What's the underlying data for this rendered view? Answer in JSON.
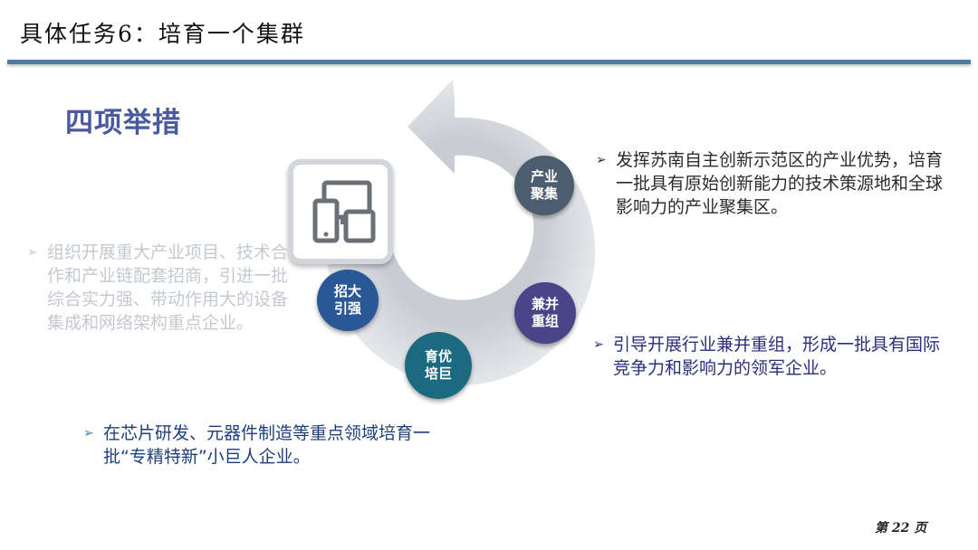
{
  "slide": {
    "title": "具体任务6：培育一个集群",
    "section_heading": "四项举措",
    "page_number": "第 22 页"
  },
  "cycle": {
    "nodes": [
      {
        "label": "产业聚集",
        "color": "#4b5d6e"
      },
      {
        "label": "兼并重组",
        "color": "#4a4588"
      },
      {
        "label": "育优培巨",
        "color": "#1c6a80"
      },
      {
        "label": "招大引强",
        "color": "#2a5796"
      }
    ],
    "center_icon": "devices-icon"
  },
  "bullets": {
    "left": "组织开展重大产业项目、技术合作和产业链配套招商，引进一批综合实力强、带动作用大的设备集成和网络架构重点企业。",
    "right_top": "发挥苏南自主创新示范区的产业优势，培育一批具有原始创新能力的技术策源地和全球影响力的产业聚集区。",
    "right_middle": "引导开展行业兼并重组，形成一批具有国际竞争力和影响力的领军企业。",
    "bottom": "在芯片研发、元器件制造等重点领域培育一批“专精特新”小巨人企业。"
  },
  "colors": {
    "title_rule": "#4f7aa6",
    "heading": "#4a5a9c",
    "arrow_ring": "#dadce0"
  }
}
